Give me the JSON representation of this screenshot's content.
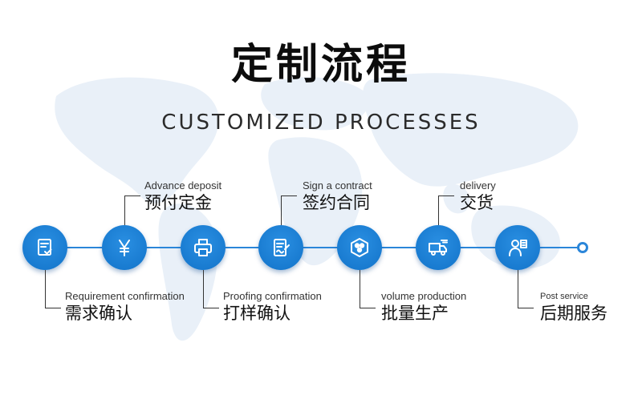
{
  "header": {
    "title": "定制流程",
    "subtitle": "CUSTOMIZED PROCESSES"
  },
  "steps": [
    {
      "en": "Requirement confirmation",
      "zh": "需求确认",
      "icon": "document-check-icon"
    },
    {
      "en": "Advance deposit",
      "zh": "预付定金",
      "icon": "yen-icon"
    },
    {
      "en": "Proofing confirmation",
      "zh": "打样确认",
      "icon": "printer-icon"
    },
    {
      "en": "Sign a contract",
      "zh": "签约合同",
      "icon": "contract-sign-icon"
    },
    {
      "en": "volume production",
      "zh": "批量生产",
      "icon": "gear-production-icon"
    },
    {
      "en": "delivery",
      "zh": "交货",
      "icon": "delivery-truck-icon"
    },
    {
      "en": "Post service",
      "zh": "后期服务",
      "icon": "service-person-icon"
    }
  ],
  "colors": {
    "accent": "#1a7fd6",
    "line": "#2b86d9",
    "map": "#e6eef7"
  }
}
